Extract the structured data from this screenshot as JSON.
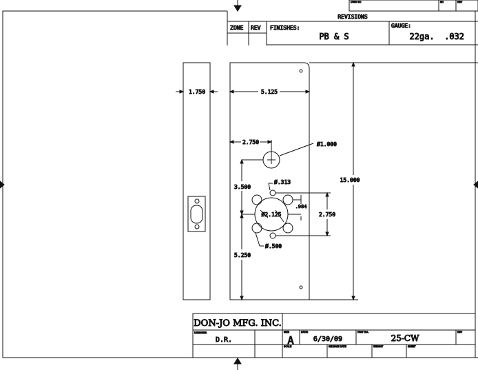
{
  "header": {
    "dwg_no_label": "DWG NO",
    "sh_label": "SH",
    "rev_label": "REV",
    "revisions_title": "REVISIONS",
    "zone_label": "ZONE",
    "rev_col_label": "REV",
    "finishes_label": "FINISHES:",
    "finishes_value": "PB & S",
    "gauge_label": "GAUGE:",
    "gauge_value": "22ga.  .032"
  },
  "dimensions": {
    "side_width": "1.750",
    "plate_width": "5.125",
    "plate_height": "15.000",
    "hole_offset": "2.750",
    "big_hole_dia": "Ø1.000",
    "top_to_center": "3.500",
    "bottom_to_center": "5.250",
    "small_hole_dia": "Ø.313",
    "lock_dia": "Ø2.125",
    "offset_984": ".984",
    "screw_spacing": "2.750",
    "bolt_hole_dia": "Ø.500"
  },
  "title_block": {
    "company": "DON-JO MFG. INC.",
    "designer_label": "DESIGNER",
    "designer_value": "D.R.",
    "size_label": "SIZE",
    "size_value": "A",
    "date_label": "DATE:",
    "date_value": "6/30/09",
    "part_no_label": "PART NO.",
    "part_no_value": "25-CW",
    "rev_label": "REV",
    "scale_label": "SCALE",
    "release_date_label": "RELEASE DATE",
    "weight_label": "WEIGHT",
    "sheet_label": "SHEET"
  }
}
